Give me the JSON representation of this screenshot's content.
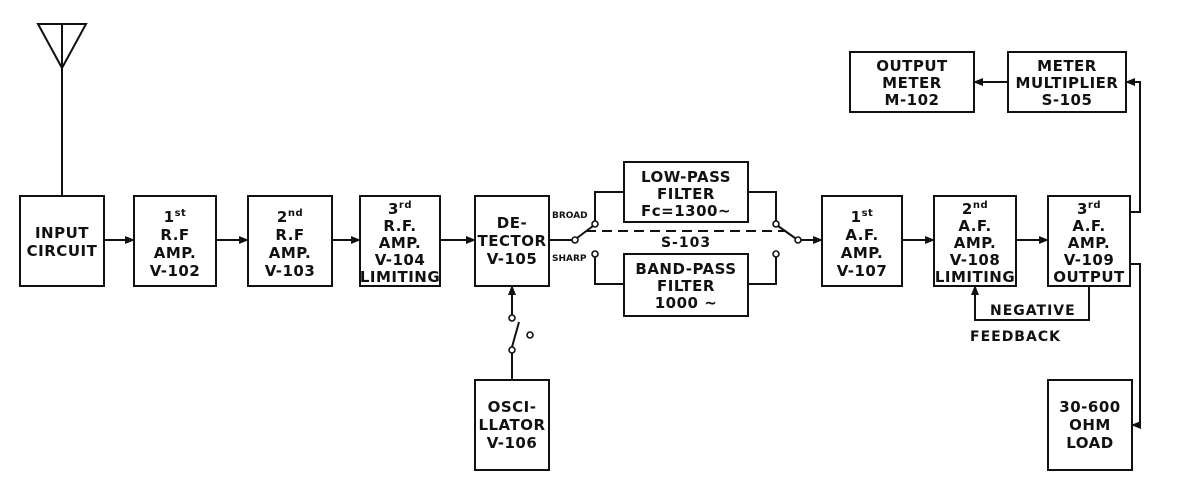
{
  "blocks": {
    "input": [
      "INPUT",
      "CIRCUIT"
    ],
    "rf1": [
      "1st",
      "R.F",
      "AMP.",
      "V-102"
    ],
    "rf2": [
      "2nd",
      "R.F",
      "AMP.",
      "V-103"
    ],
    "rf3": [
      "3rd",
      "R.F.",
      "AMP.",
      "V-104",
      "LIMITING"
    ],
    "detector": [
      "DE-",
      "TECTOR",
      "V-105"
    ],
    "oscillator": [
      "OSCI-",
      "LLATOR",
      "V-106"
    ],
    "lowpass": [
      "LOW-PASS",
      "FILTER",
      "Fc=1300~"
    ],
    "bandpass": [
      "BAND-PASS",
      "FILTER",
      "1000 ~"
    ],
    "af1": [
      "1st",
      "A.F.",
      "AMP.",
      "V-107"
    ],
    "af2": [
      "2nd",
      "A.F.",
      "AMP.",
      "V-108",
      "LIMITING"
    ],
    "af3": [
      "3rd",
      "A.F.",
      "AMP.",
      "V-109",
      "OUTPUT"
    ],
    "meter_mult": [
      "METER",
      "MULTIPLIER",
      "S-105"
    ],
    "output_meter": [
      "OUTPUT",
      "METER",
      "M-102"
    ],
    "load": [
      "30-600",
      "OHM",
      "LOAD"
    ]
  },
  "labels": {
    "broad": "BROAD",
    "sharp": "SHARP",
    "switch": "S-103",
    "negative": "NEGATIVE",
    "feedback": "FEEDBACK"
  }
}
